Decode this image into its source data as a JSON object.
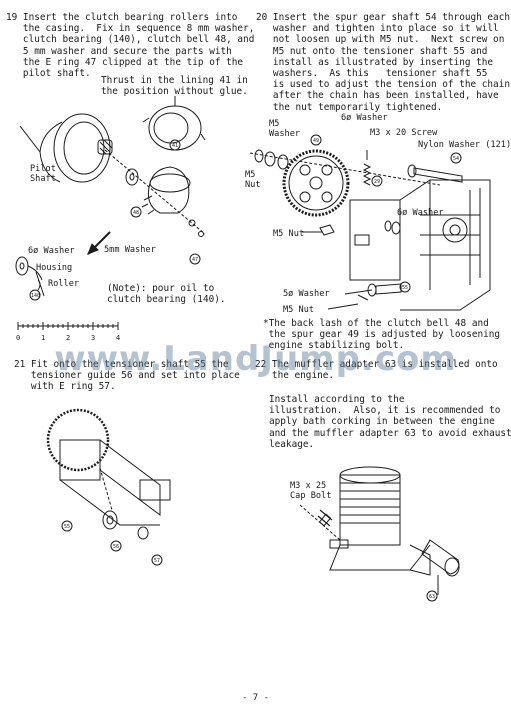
{
  "step19": {
    "text": "19 Insert the clutch bearing rollers into\n   the casing.  Fix in sequence 8 mm washer,\n   clutch bearing (140), clutch bell 48, and\n   5 mm washer and secure the parts with\n   the E ring 47 clipped at the tip of the\n   pilot shaft.",
    "thrust_note": "Thrust in the lining 41 in\nthe position without glue.",
    "label_pilot_shaft": "Pilot\nShaft",
    "label_6mm_washer": "6ø Washer",
    "label_housing": "Housing",
    "label_roller": "Roller",
    "label_5mm_washer": "5mm Washer",
    "note": "(Note): pour oil to\nclutch bearing (140).",
    "parts": [
      "41",
      "48",
      "47",
      "140",
      "48",
      "140"
    ]
  },
  "ruler": {
    "marks": [
      "0",
      "1",
      "2",
      "3",
      "4"
    ]
  },
  "step20": {
    "text": "20 Insert the spur gear shaft 54 through each\n   washer and tighten into place so it will\n   not loosen up with M5 nut.  Next screw on\n   M5 nut onto the tensioner shaft 55 and\n   install as illustrated by inserting the\n   washers.  As this   tensioner shaft 55\n   is used to adjust the tension of the chain\n   after the chain has been installed, have\n   the nut temporarily tightened.",
    "label_m5_washer": "M5\nWasher",
    "label_6mm_washer_top": "6ø Washer",
    "label_m3x20": "M3 x 20 Screw",
    "label_nylon": "Nylon Washer (121)",
    "label_m5_nut_left": "M5\nNut",
    "label_6mm_washer_mid": "6ø Washer",
    "label_m5_nut_mid": "M5 Nut",
    "label_5mm_washer": "5ø Washer",
    "label_m5_nut_bottom": "M5 Nut",
    "backlash": "*The back lash of the clutch bell 48 and\n the spur gear 49 is adjusted by loosening\n engine stabilizing bolt.",
    "parts": [
      "49",
      "54",
      "29",
      "55"
    ]
  },
  "step21": {
    "text": "21 Fit onto the tensioner shaft 55 the\n   tensioner guide 56 and set into place\n   with E ring 57.",
    "parts": [
      "55",
      "56",
      "57"
    ]
  },
  "step22": {
    "text": "22 The muffler adapter 63 is installed onto\n   the engine.",
    "text2": "Install according to the\nillustration.  Also, it is recommended to\napply bath corking in between the engine\nand the muffler adapter 63 to avoid exhaust\nleakage.",
    "label_cap_bolt": "M3 x 25\nCap Bolt",
    "parts": [
      "63"
    ]
  },
  "watermark": "www.LandJump.com",
  "page_number": "- 7 -"
}
